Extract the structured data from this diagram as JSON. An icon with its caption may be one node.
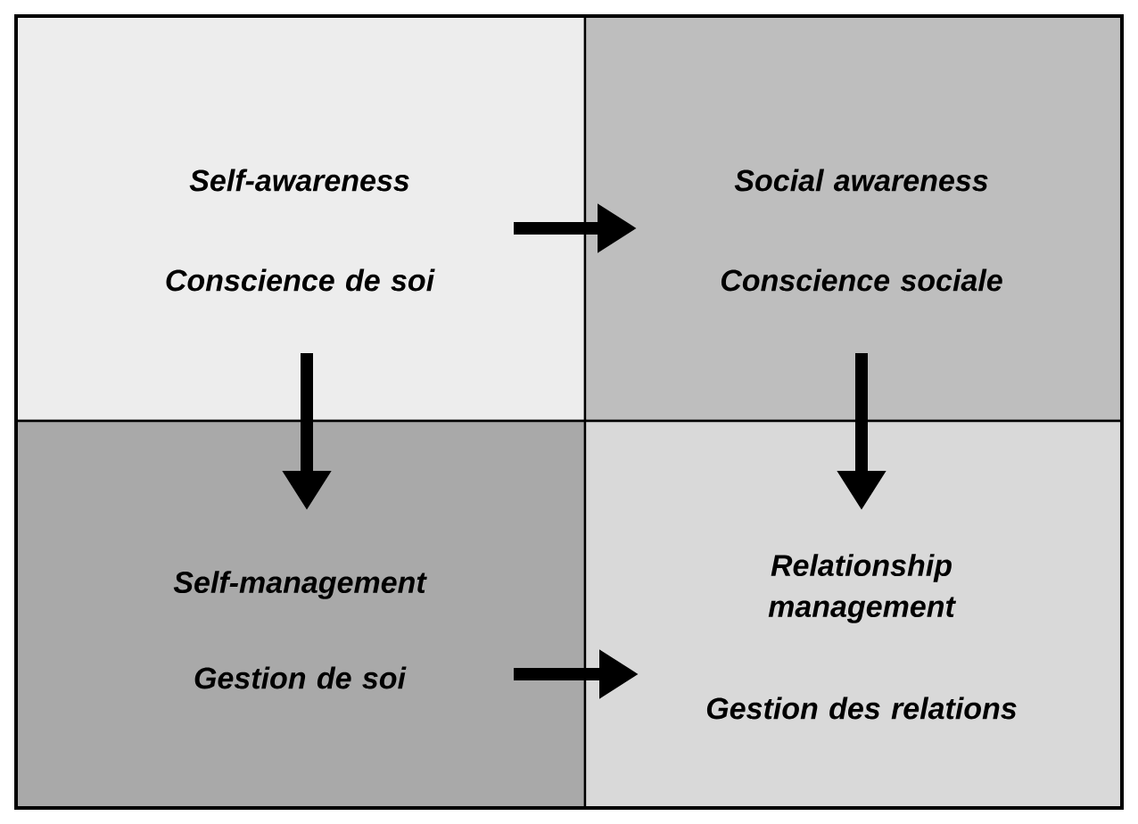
{
  "diagram": {
    "nodes": [
      {
        "text": [
          "Self-awareness",
          "Conscience de soi"
        ]
      },
      {
        "text": [
          "Social awareness",
          "Conscience sociale"
        ]
      },
      {
        "text": [
          "Self-management",
          "Gestion de soi"
        ]
      },
      {
        "text": [
          "Relationship management",
          "Gestion des relations"
        ]
      }
    ],
    "edges": [
      {
        "from": 0,
        "to": 1,
        "arrow": "to"
      },
      {
        "from": 0,
        "to": 2,
        "arrow": "to"
      },
      {
        "from": 1,
        "to": 3,
        "arrow": "to"
      },
      {
        "from": 2,
        "to": 3,
        "arrow": "to"
      }
    ]
  }
}
